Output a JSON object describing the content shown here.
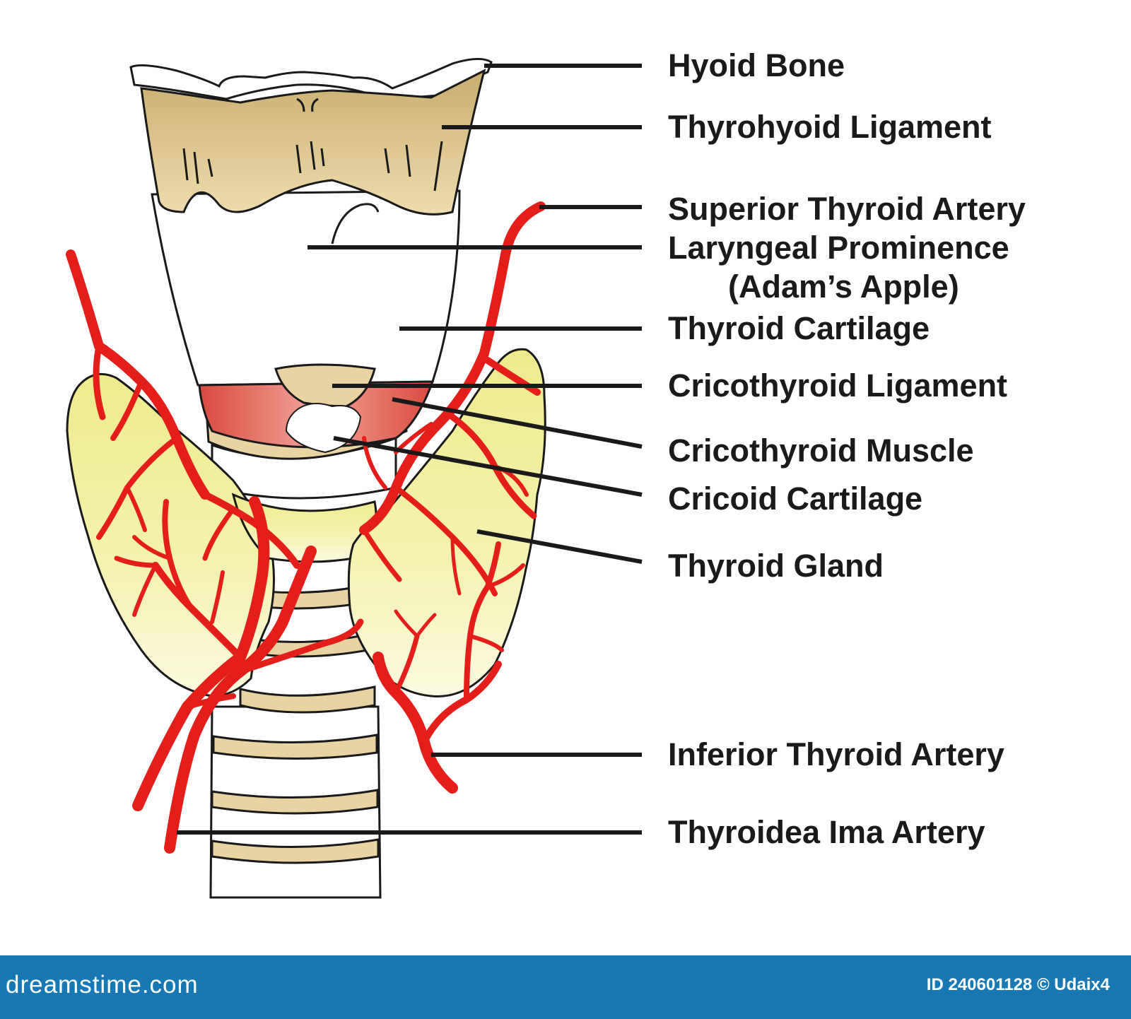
{
  "labels": {
    "hyoid_bone": "Hyoid Bone",
    "thyrohyoid_ligament": "Thyrohyoid Ligament",
    "superior_thyroid_artery": "Superior Thyroid Artery",
    "laryngeal_prominence_line1": "Laryngeal Prominence",
    "laryngeal_prominence_line2": "(Adam’s Apple)",
    "thyroid_cartilage": "Thyroid Cartilage",
    "cricothyroid_ligament": "Cricothyroid Ligament",
    "cricothyroid_muscle": "Cricothyroid Muscle",
    "cricoid_cartilage": "Cricoid Cartilage",
    "thyroid_gland": "Thyroid Gland",
    "inferior_thyroid_artery": "Inferior Thyroid Artery",
    "thyroidea_ima_artery": "Thyroidea Ima Artery"
  },
  "footer": {
    "brand": "dreamstime.com",
    "credit": "ID 240601128 © Udaix4"
  },
  "colors": {
    "artery": "#e41e1a",
    "gland": "#f3f0a5",
    "cartilage_band": "#e9d3a2",
    "ligament": "#d8c184",
    "muscle": "#e8736a",
    "outline": "#1a1a1a",
    "footer": "#1878b3"
  }
}
